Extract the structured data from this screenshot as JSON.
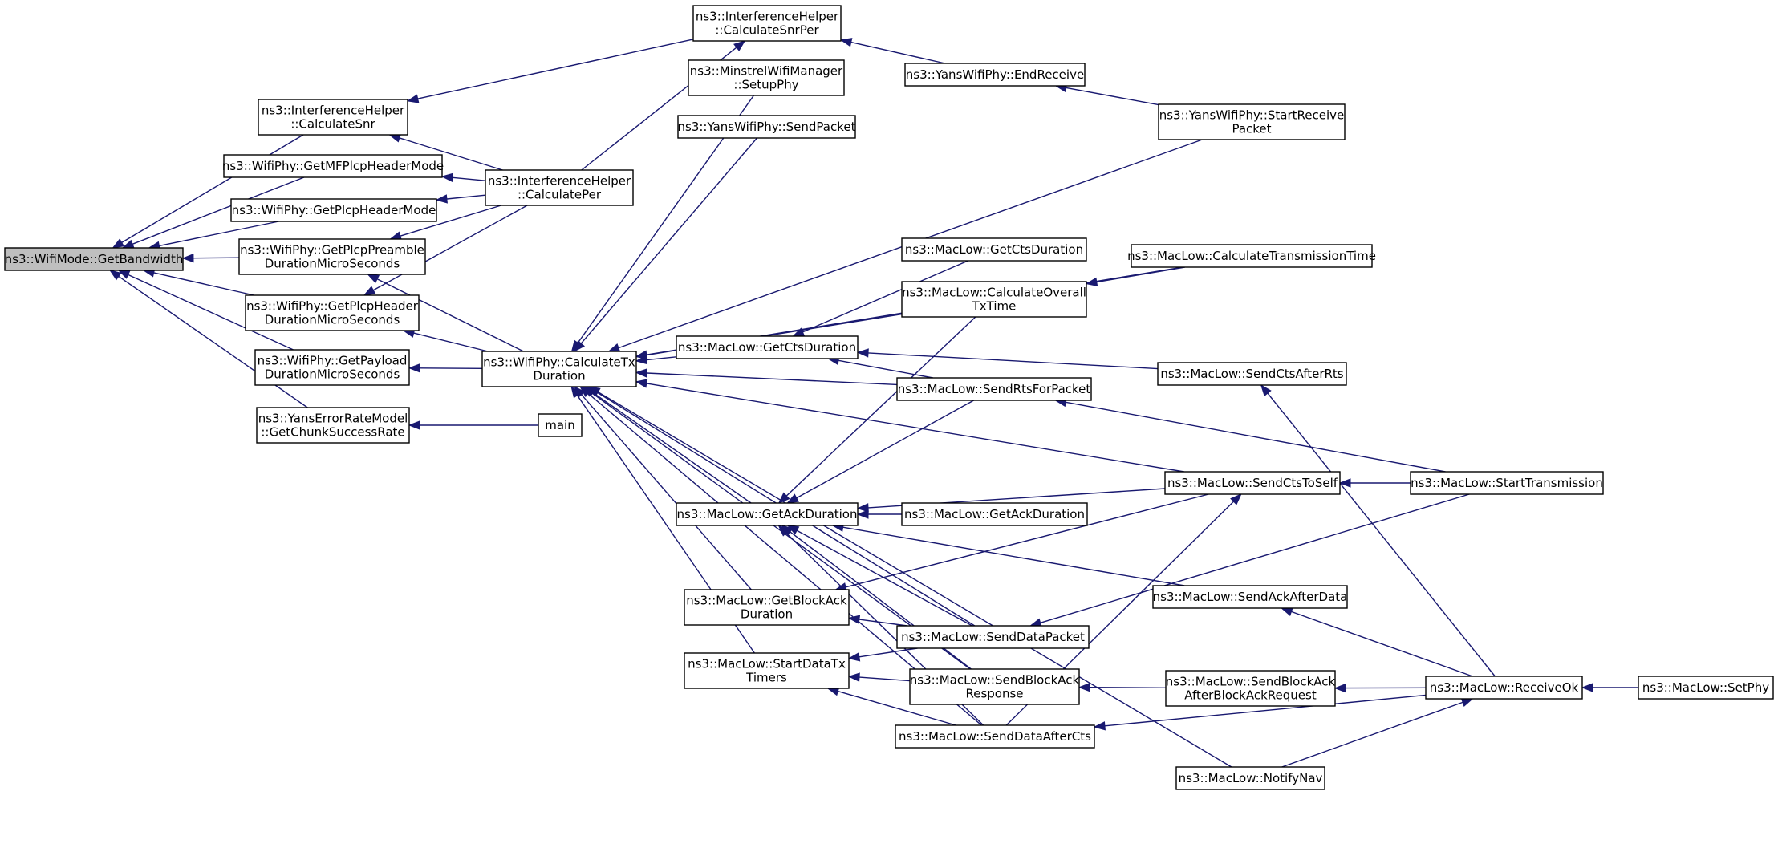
{
  "diagram": {
    "colors": {
      "edge": "#191970",
      "root_fill": "#bfbfbf",
      "node_fill": "#ffffff",
      "node_border": "#000000"
    },
    "nodes": [
      {
        "id": "root",
        "lines": [
          "ns3::WifiMode::GetBandwidth"
        ]
      },
      {
        "id": "ih_snr",
        "lines": [
          "ns3::InterferenceHelper",
          "::CalculateSnr"
        ]
      },
      {
        "id": "mf_mode",
        "lines": [
          "ns3::WifiPhy::GetMFPlcpHeaderMode"
        ]
      },
      {
        "id": "plcp_mode",
        "lines": [
          "ns3::WifiPhy::GetPlcpHeaderMode"
        ]
      },
      {
        "id": "preamble",
        "lines": [
          "ns3::WifiPhy::GetPlcpPreamble",
          "DurationMicroSeconds"
        ]
      },
      {
        "id": "header_dur",
        "lines": [
          "ns3::WifiPhy::GetPlcpHeader",
          "DurationMicroSeconds"
        ]
      },
      {
        "id": "payload",
        "lines": [
          "ns3::WifiPhy::GetPayload",
          "DurationMicroSeconds"
        ]
      },
      {
        "id": "yans_err",
        "lines": [
          "ns3::YansErrorRateModel",
          "::GetChunkSuccessRate"
        ]
      },
      {
        "id": "ih_snrper",
        "lines": [
          "ns3::InterferenceHelper",
          "::CalculateSnrPer"
        ]
      },
      {
        "id": "minstrel",
        "lines": [
          "ns3::MinstrelWifiManager",
          "::SetupPhy"
        ]
      },
      {
        "id": "yans_send",
        "lines": [
          "ns3::YansWifiPhy::SendPacket"
        ]
      },
      {
        "id": "ih_per",
        "lines": [
          "ns3::InterferenceHelper",
          "::CalculatePer"
        ]
      },
      {
        "id": "calc_tx",
        "lines": [
          "ns3::WifiPhy::CalculateTx",
          "Duration"
        ]
      },
      {
        "id": "main",
        "lines": [
          "main"
        ]
      },
      {
        "id": "end_recv",
        "lines": [
          "ns3::YansWifiPhy::EndReceive"
        ]
      },
      {
        "id": "start_recv",
        "lines": [
          "ns3::YansWifiPhy::StartReceive",
          "Packet"
        ]
      },
      {
        "id": "get_cts2",
        "lines": [
          "ns3::MacLow::GetCtsDuration"
        ]
      },
      {
        "id": "calc_overall",
        "lines": [
          "ns3::MacLow::CalculateOverall",
          "TxTime"
        ]
      },
      {
        "id": "calc_trans",
        "lines": [
          "ns3::MacLow::CalculateTransmissionTime"
        ]
      },
      {
        "id": "get_cts",
        "lines": [
          "ns3::MacLow::GetCtsDuration"
        ]
      },
      {
        "id": "send_rts",
        "lines": [
          "ns3::MacLow::SendRtsForPacket"
        ]
      },
      {
        "id": "send_cts_rts",
        "lines": [
          "ns3::MacLow::SendCtsAfterRts"
        ]
      },
      {
        "id": "send_cts_self",
        "lines": [
          "ns3::MacLow::SendCtsToSelf"
        ]
      },
      {
        "id": "start_trans",
        "lines": [
          "ns3::MacLow::StartTransmission"
        ]
      },
      {
        "id": "get_ack",
        "lines": [
          "ns3::MacLow::GetAckDuration"
        ]
      },
      {
        "id": "get_ack2",
        "lines": [
          "ns3::MacLow::GetAckDuration"
        ]
      },
      {
        "id": "send_ack_data",
        "lines": [
          "ns3::MacLow::SendAckAfterData"
        ]
      },
      {
        "id": "get_block_ack",
        "lines": [
          "ns3::MacLow::GetBlockAck",
          "Duration"
        ]
      },
      {
        "id": "send_data_pkt",
        "lines": [
          "ns3::MacLow::SendDataPacket"
        ]
      },
      {
        "id": "start_data_tx",
        "lines": [
          "ns3::MacLow::StartDataTx",
          "Timers"
        ]
      },
      {
        "id": "send_block_ack_resp",
        "lines": [
          "ns3::MacLow::SendBlockAck",
          "Response"
        ]
      },
      {
        "id": "send_block_ack_req",
        "lines": [
          "ns3::MacLow::SendBlockAck",
          "AfterBlockAckRequest"
        ]
      },
      {
        "id": "receive_ok",
        "lines": [
          "ns3::MacLow::ReceiveOk"
        ]
      },
      {
        "id": "set_phy",
        "lines": [
          "ns3::MacLow::SetPhy"
        ]
      },
      {
        "id": "send_data_cts",
        "lines": [
          "ns3::MacLow::SendDataAfterCts"
        ]
      },
      {
        "id": "notify_nav",
        "lines": [
          "ns3::MacLow::NotifyNav"
        ]
      }
    ],
    "edges": [
      [
        "ih_snr",
        "root"
      ],
      [
        "mf_mode",
        "root"
      ],
      [
        "plcp_mode",
        "root"
      ],
      [
        "preamble",
        "root"
      ],
      [
        "header_dur",
        "root"
      ],
      [
        "payload",
        "root"
      ],
      [
        "yans_err",
        "root"
      ],
      [
        "ih_snrper",
        "ih_snr"
      ],
      [
        "ih_per",
        "ih_snr"
      ],
      [
        "ih_per",
        "mf_mode"
      ],
      [
        "ih_per",
        "plcp_mode"
      ],
      [
        "ih_per",
        "preamble"
      ],
      [
        "ih_per",
        "header_dur"
      ],
      [
        "calc_tx",
        "preamble"
      ],
      [
        "calc_tx",
        "header_dur"
      ],
      [
        "calc_tx",
        "payload"
      ],
      [
        "main",
        "yans_err"
      ],
      [
        "ih_per",
        "ih_snrper"
      ],
      [
        "end_recv",
        "ih_snrper"
      ],
      [
        "start_recv",
        "end_recv"
      ],
      [
        "minstrel",
        "calc_tx"
      ],
      [
        "yans_send",
        "calc_tx"
      ],
      [
        "start_recv",
        "calc_tx"
      ],
      [
        "calc_trans",
        "calc_tx"
      ],
      [
        "calc_overall",
        "calc_tx"
      ],
      [
        "get_cts",
        "calc_tx"
      ],
      [
        "send_rts",
        "calc_tx"
      ],
      [
        "send_cts_self",
        "calc_tx"
      ],
      [
        "get_ack",
        "calc_tx"
      ],
      [
        "get_block_ack",
        "calc_tx"
      ],
      [
        "start_data_tx",
        "calc_tx"
      ],
      [
        "send_data_pkt",
        "calc_tx"
      ],
      [
        "send_block_ack_resp",
        "calc_tx"
      ],
      [
        "send_data_cts",
        "calc_tx"
      ],
      [
        "notify_nav",
        "calc_tx"
      ],
      [
        "calc_trans",
        "calc_overall"
      ],
      [
        "get_cts2",
        "get_cts"
      ],
      [
        "send_rts",
        "get_cts"
      ],
      [
        "send_cts_rts",
        "get_cts"
      ],
      [
        "start_trans",
        "send_rts"
      ],
      [
        "start_trans",
        "send_cts_self"
      ],
      [
        "receive_ok",
        "send_cts_rts"
      ],
      [
        "calc_overall",
        "get_ack"
      ],
      [
        "send_rts",
        "get_ack"
      ],
      [
        "send_cts_self",
        "get_ack"
      ],
      [
        "get_ack2",
        "get_ack"
      ],
      [
        "send_ack_data",
        "get_ack"
      ],
      [
        "send_data_pkt",
        "get_ack"
      ],
      [
        "send_block_ack_resp",
        "get_ack"
      ],
      [
        "send_data_cts",
        "get_ack"
      ],
      [
        "send_cts_self",
        "get_block_ack"
      ],
      [
        "send_data_pkt",
        "get_block_ack"
      ],
      [
        "send_data_pkt",
        "start_data_tx"
      ],
      [
        "send_block_ack_resp",
        "start_data_tx"
      ],
      [
        "send_data_cts",
        "start_data_tx"
      ],
      [
        "send_data_cts",
        "send_cts_self"
      ],
      [
        "start_trans",
        "send_data_pkt"
      ],
      [
        "send_block_ack_req",
        "send_block_ack_resp"
      ],
      [
        "receive_ok",
        "send_block_ack_req"
      ],
      [
        "receive_ok",
        "send_ack_data"
      ],
      [
        "receive_ok",
        "send_data_cts"
      ],
      [
        "set_phy",
        "receive_ok"
      ],
      [
        "notify_nav",
        "receive_ok"
      ]
    ]
  }
}
